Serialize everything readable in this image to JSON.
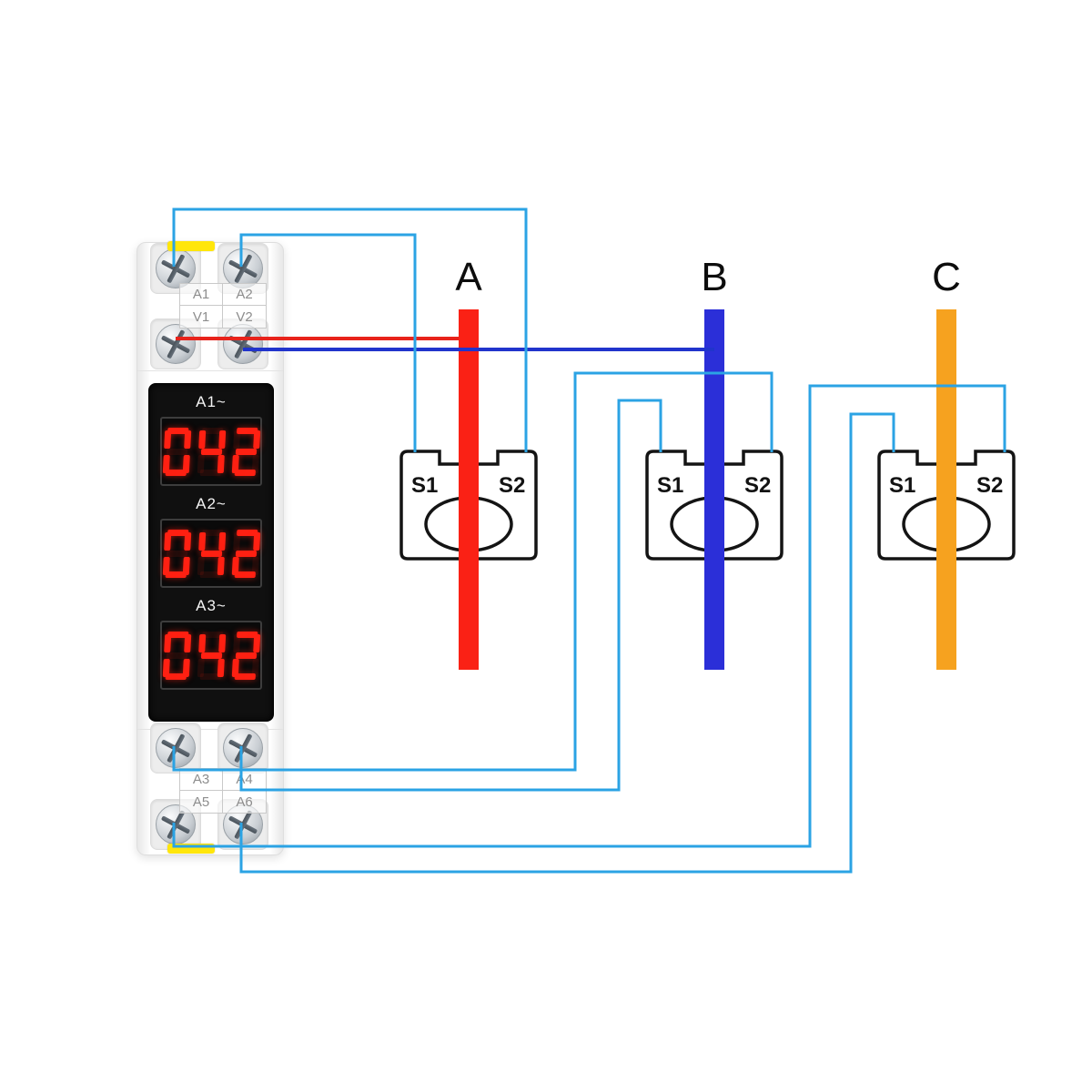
{
  "meter": {
    "terminal_labels_top": [
      [
        "A1",
        "A2"
      ],
      [
        "V1",
        "V2"
      ]
    ],
    "terminal_labels_bottom": [
      [
        "A3",
        "A4"
      ],
      [
        "A5",
        "A6"
      ]
    ],
    "displays": [
      {
        "label": "A1~",
        "value": "042"
      },
      {
        "label": "A2~",
        "value": "042"
      },
      {
        "label": "A3~",
        "value": "042"
      }
    ],
    "accent_color": "#ffe60a",
    "digit_color": "#ff2012"
  },
  "phases": [
    {
      "label": "A",
      "color": "#fa2115"
    },
    {
      "label": "B",
      "color": "#2b2fd8"
    },
    {
      "label": "C",
      "color": "#f6a21f"
    }
  ],
  "sensors": [
    {
      "s1": "S1",
      "s2": "S2"
    },
    {
      "s1": "S1",
      "s2": "S2"
    },
    {
      "s1": "S1",
      "s2": "S2"
    }
  ],
  "wires": {
    "signal_color": "#2ba3e4",
    "voltage_a_color": "#e8231b",
    "voltage_b_color": "#2134cc"
  }
}
